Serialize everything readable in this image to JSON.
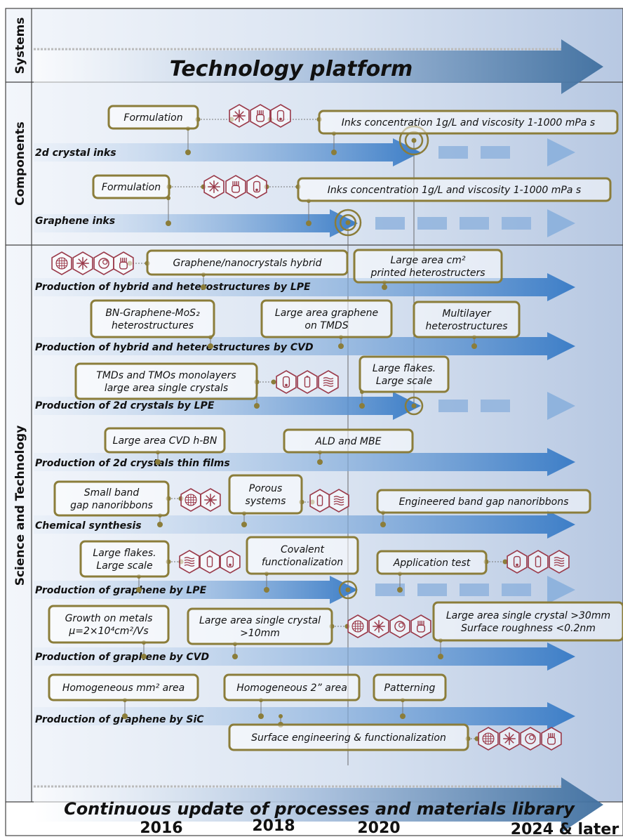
{
  "sections": {
    "systems": "Systems",
    "components": "Components",
    "science": "Science and Technology"
  },
  "banners": {
    "platform": "Technology platform",
    "continuous": "Continuous update of processes and materials library"
  },
  "years": [
    "2016",
    "2018",
    "2020",
    "2024 & later"
  ],
  "lanes": [
    {
      "id": "crystal-inks",
      "label": "2d crystal inks"
    },
    {
      "id": "graphene-inks",
      "label": "Graphene inks"
    },
    {
      "id": "hybrid-lpe",
      "label": "Production of hybrid and heterostructures by LPE"
    },
    {
      "id": "hybrid-cvd",
      "label": "Production of hybrid and heterostructures by CVD"
    },
    {
      "id": "crystals-lpe",
      "label": "Production of 2d crystals by LPE"
    },
    {
      "id": "thin-films",
      "label": "Production of 2d crystals thin films"
    },
    {
      "id": "chemical",
      "label": "Chemical synthesis"
    },
    {
      "id": "graphene-lpe",
      "label": "Production of graphene by LPE"
    },
    {
      "id": "graphene-cvd",
      "label": "Production of graphene by CVD"
    },
    {
      "id": "graphene-sic",
      "label": "Production of graphene by SiC"
    }
  ],
  "milestones": [
    {
      "id": "formulation-1",
      "lines": [
        "Formulation"
      ]
    },
    {
      "id": "inks-conc-1",
      "lines": [
        "Inks concentration 1g/L and viscosity 1-1000 mPa s"
      ]
    },
    {
      "id": "formulation-2",
      "lines": [
        "Formulation"
      ]
    },
    {
      "id": "inks-conc-2",
      "lines": [
        "Inks concentration 1g/L and viscosity 1-1000 mPa s"
      ]
    },
    {
      "id": "hybrid-nanocrystals",
      "lines": [
        "Graphene/nanocrystals hybrid"
      ]
    },
    {
      "id": "large-area-printed",
      "lines": [
        "Large area cm²",
        "printed heterostructers"
      ]
    },
    {
      "id": "bn-graphene-mos2",
      "lines": [
        "BN-Graphene-MoS₂",
        "heterostructures"
      ]
    },
    {
      "id": "large-area-graphene-tmds",
      "lines": [
        "Large area graphene",
        "on TMDS"
      ]
    },
    {
      "id": "multilayer-hetero",
      "lines": [
        "Multilayer",
        "heterostructures"
      ]
    },
    {
      "id": "tmds-tmos",
      "lines": [
        "TMDs and TMOs monolayers",
        "large area single crystals"
      ]
    },
    {
      "id": "large-flakes-1",
      "lines": [
        "Large flakes.",
        "Large scale"
      ]
    },
    {
      "id": "cvd-hbn",
      "lines": [
        "Large area CVD h-BN"
      ]
    },
    {
      "id": "ald-mbe",
      "lines": [
        "ALD and MBE"
      ]
    },
    {
      "id": "small-band-gap",
      "lines": [
        "Small band",
        "gap nanoribbons"
      ]
    },
    {
      "id": "porous-systems",
      "lines": [
        "Porous",
        "systems"
      ]
    },
    {
      "id": "engineered-band-gap",
      "lines": [
        "Engineered band gap nanoribbons"
      ]
    },
    {
      "id": "large-flakes-2",
      "lines": [
        "Large flakes.",
        "Large scale"
      ]
    },
    {
      "id": "covalent",
      "lines": [
        "Covalent",
        "functionalization"
      ]
    },
    {
      "id": "application-test",
      "lines": [
        "Application test"
      ]
    },
    {
      "id": "growth-metals",
      "lines": [
        "Growth on metals",
        "μ=2×10⁴cm²/Vs"
      ]
    },
    {
      "id": "single-crystal-10",
      "lines": [
        "Large area single crystal",
        ">10mm"
      ]
    },
    {
      "id": "single-crystal-30",
      "lines": [
        "Large area single crystal >30mm",
        "Surface roughness <0.2nm"
      ]
    },
    {
      "id": "homogeneous-mm2",
      "lines": [
        "Homogeneous mm² area"
      ]
    },
    {
      "id": "homogeneous-2in",
      "lines": [
        "Homogeneous 2” area"
      ]
    },
    {
      "id": "patterning",
      "lines": [
        "Patterning"
      ]
    },
    {
      "id": "surface-engineering",
      "lines": [
        "Surface engineering & functionalization"
      ]
    }
  ],
  "colors": {
    "background": "#cbd8ea",
    "border": "#8b7d3a",
    "arrow": "#4a86c8",
    "icon": "#9a3a4a",
    "text": "#111111"
  }
}
